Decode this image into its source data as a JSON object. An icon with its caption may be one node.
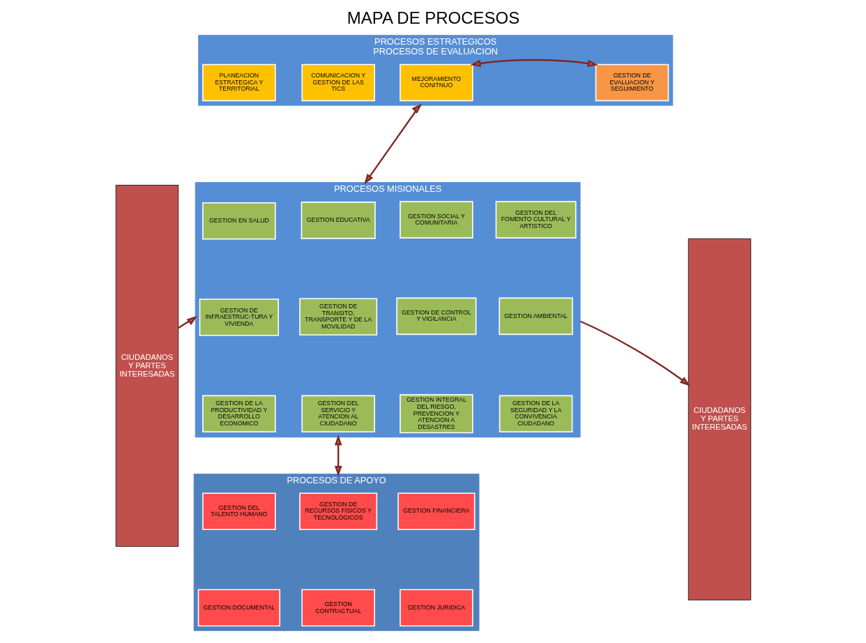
{
  "diagram": {
    "title": "MAPA DE PROCESOS",
    "nodes": [
      {
        "text": [
          "CIUDADANOS Y PARTES INTERESADAS"
        ]
      },
      {
        "text": [
          "PROCESOS ESTRATEGICOS",
          "PROCESOS DE EVALUACION"
        ]
      },
      {
        "text": [
          "PLANEACION ESTRATEGICA Y TERRITORIAL"
        ],
        "in": 1
      },
      {
        "text": [
          "COMUNICACION Y GESTION DE LAS TICS"
        ],
        "in": 1
      },
      {
        "text": [
          "MEJORAMIENTO CONITNUO"
        ],
        "in": 1
      },
      {
        "text": [
          "GESTION DE EVALUACION Y SEGUIMIENTO"
        ],
        "in": 1
      },
      {
        "text": [
          "PROCESOS MISIONALES"
        ]
      },
      {
        "text": [
          "GESTION EN SALUD"
        ],
        "in": 6
      },
      {
        "text": [
          "GESTION EDUCATIVA"
        ],
        "in": 6
      },
      {
        "text": [
          "GESTION SOCIAL Y COMUNITARIA"
        ],
        "in": 6
      },
      {
        "text": [
          "GESTION DEL FOMENTO CULTURAL Y ARTISTICO"
        ],
        "in": 6
      },
      {
        "text": [
          "GESTION DE INFRAESTRUC-TURA Y VIVIENDA"
        ],
        "in": 6
      },
      {
        "text": [
          "GESTION DE TRANSITO, TRANSPORTE Y DE LA MOVILIDAD"
        ],
        "in": 6
      },
      {
        "text": [
          "GESTION DE CONTROL Y VIGILANCIA"
        ],
        "in": 6
      },
      {
        "text": [
          "GESTION AMBIENTAL"
        ],
        "in": 6
      },
      {
        "text": [
          "GESTION DE LA PRODUCTIVIDAD Y DESARROLLO ECONOMICO"
        ],
        "in": 6
      },
      {
        "text": [
          "GESTION DEL SERVICIO Y ATENCION AL CIUDADANO"
        ],
        "in": 6
      },
      {
        "text": [
          "GESTION INTEGRAL DEL RIESGO, PREVENCION Y ATENCION A DESASTRES"
        ],
        "in": 6
      },
      {
        "text": [
          "GESTION DE LA SEGURIDAD Y LA CONVIVENCIA CIUDADANO"
        ],
        "in": 6
      },
      {
        "text": [
          "PROCESOS DE APOYO"
        ]
      },
      {
        "text": [
          "GESTION DEL TALENTO HUMANO"
        ],
        "in": 19
      },
      {
        "text": [
          "GESTION DE RECURSOS FISICOS Y TECNOLOGICOS"
        ],
        "in": 19
      },
      {
        "text": [
          "GESTION FINANCIERA"
        ],
        "in": 19
      },
      {
        "text": [
          "GESTION DOCUMENTAL"
        ],
        "in": 19
      },
      {
        "text": [
          "GESTION CONTRACTUAL"
        ],
        "in": 19
      },
      {
        "text": [
          "GESTION JURIDICA"
        ],
        "in": 19
      },
      {
        "text": [
          "CIUDADANOS Y PARTES INTERESADAS"
        ]
      }
    ],
    "edges": [
      {
        "from": 4,
        "to": 5,
        "arrow": "both"
      },
      {
        "from": 1,
        "to": 6,
        "arrow": "both"
      },
      {
        "from": 0,
        "to": 6,
        "arrow": "to"
      },
      {
        "from": 6,
        "to": 26,
        "arrow": "to"
      },
      {
        "from": 6,
        "to": 19,
        "arrow": "both"
      }
    ]
  }
}
